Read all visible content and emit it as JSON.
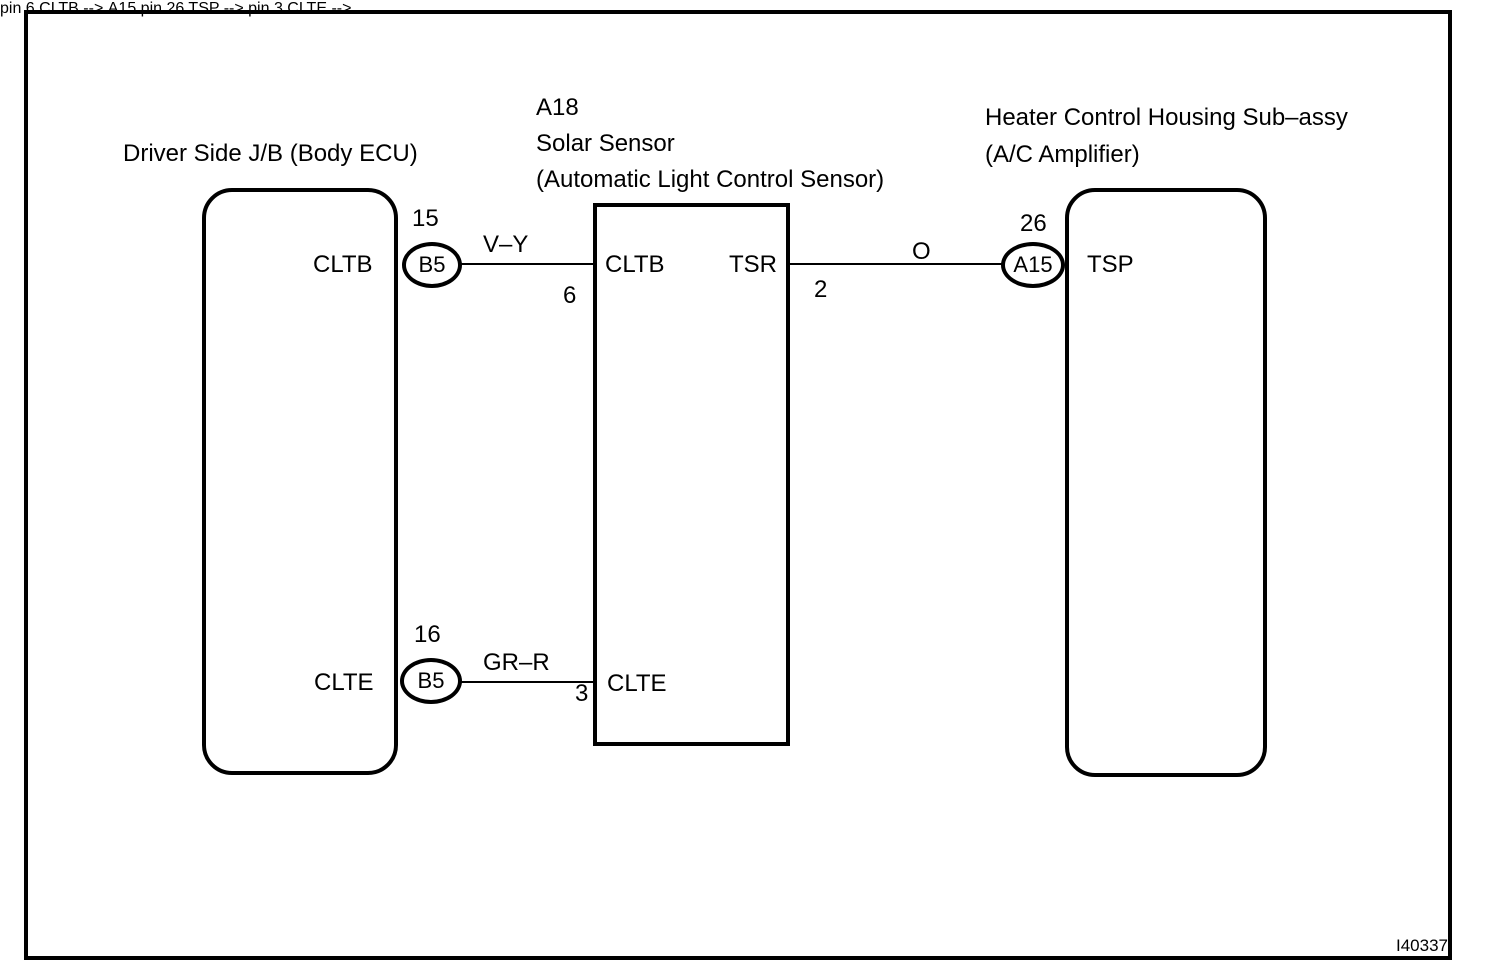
{
  "figure_id": "I40337",
  "colors": {
    "line": "#000000",
    "background": "#ffffff"
  },
  "components": {
    "driver_jb": {
      "title": "Driver Side J/B (Body ECU)"
    },
    "solar_sensor": {
      "code": "A18",
      "name": "Solar Sensor",
      "subtitle": "(Automatic Light Control Sensor)"
    },
    "heater_control": {
      "title": "Heater Control Housing Sub–assy",
      "subtitle": "(A/C Amplifier)"
    }
  },
  "connections": [
    {
      "from_terminal": "CLTB",
      "from_connector": "B5",
      "from_pin": "15",
      "wire_color": "V–Y",
      "to_pin": "6",
      "to_terminal": "CLTB"
    },
    {
      "from_terminal": "TSR",
      "from_pin": "2",
      "wire_color": "O",
      "to_pin": "26",
      "to_connector": "A15",
      "to_terminal": "TSP"
    },
    {
      "from_terminal": "CLTE",
      "from_connector": "B5",
      "from_pin": "16",
      "wire_color": "GR–R",
      "to_pin": "3",
      "to_terminal": "CLTE"
    }
  ]
}
